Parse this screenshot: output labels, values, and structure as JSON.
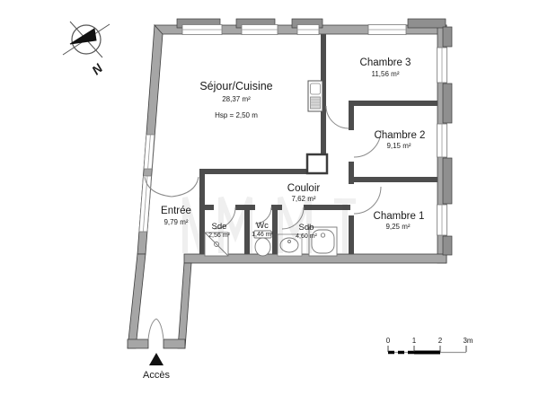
{
  "plan": {
    "compass": {
      "north_label": "N"
    },
    "rooms": [
      {
        "name": "Séjour/Cuisine",
        "area": "28,37 m²",
        "height_note": "Hsp = 2,50 m"
      },
      {
        "name": "Chambre 3",
        "area": "11,56 m²"
      },
      {
        "name": "Chambre 2",
        "area": "9,15 m²"
      },
      {
        "name": "Chambre 1",
        "area": "9,25 m²"
      },
      {
        "name": "Couloir",
        "area": "7,62 m²"
      },
      {
        "name": "Entrée",
        "area": "9,79 m²"
      },
      {
        "name": "Sde",
        "area": "2,56 m²"
      },
      {
        "name": "Wc",
        "area": "1,46 m²"
      },
      {
        "name": "Sdb",
        "area": "4,60 m²"
      }
    ],
    "access_label": "Accès",
    "scale_bar": {
      "labels": [
        "0",
        "1",
        "2",
        "3m"
      ]
    },
    "fixtures": [
      "kitchen-sink-icon",
      "shower-icon",
      "toilet-icon",
      "washbasin-icon",
      "bathtub-icon"
    ],
    "colors": {
      "exterior_wall": "#a6a6a6",
      "interior_wall": "#4d4d4d",
      "text": "#1a1a1a"
    }
  }
}
